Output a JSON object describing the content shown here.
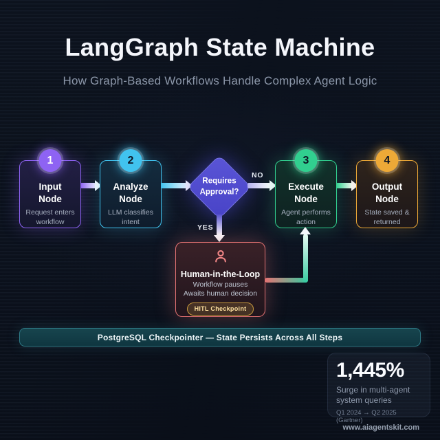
{
  "header": {
    "title": "LangGraph State Machine",
    "subtitle": "How Graph-Based Workflows Handle Complex Agent Logic"
  },
  "flow": {
    "nodes": [
      {
        "number": "1",
        "title": "Input Node",
        "description": "Request enters workflow",
        "accent": "#8e63f3"
      },
      {
        "number": "2",
        "title": "Analyze Node",
        "description": "LLM classifies intent",
        "accent": "#41c3ef"
      },
      {
        "number": "3",
        "title": "Execute Node",
        "description": "Agent performs action",
        "accent": "#31cf8f"
      },
      {
        "number": "4",
        "title": "Output Node",
        "description": "State saved & returned",
        "accent": "#eda937"
      }
    ],
    "decision": {
      "label": "Requires Approval?",
      "fill": "#4843c7",
      "no_label": "NO",
      "yes_label": "YES"
    },
    "hitl": {
      "icon": "person-icon",
      "title": "Human-in-the-Loop",
      "description_line1": "Workflow pauses",
      "description_line2": "Awaits human decision",
      "badge": "HITL Checkpoint",
      "accent": "#e57373"
    }
  },
  "banner": {
    "text": "PostgreSQL Checkpointer — State Persists Across All Steps",
    "accent": "#2e7a86"
  },
  "stat": {
    "value": "1,445%",
    "description": "Surge in multi-agent system queries",
    "caption": "Q1 2024 → Q2 2025 (Gartner)"
  },
  "footer": {
    "website": "www.aiagentskit.com"
  }
}
